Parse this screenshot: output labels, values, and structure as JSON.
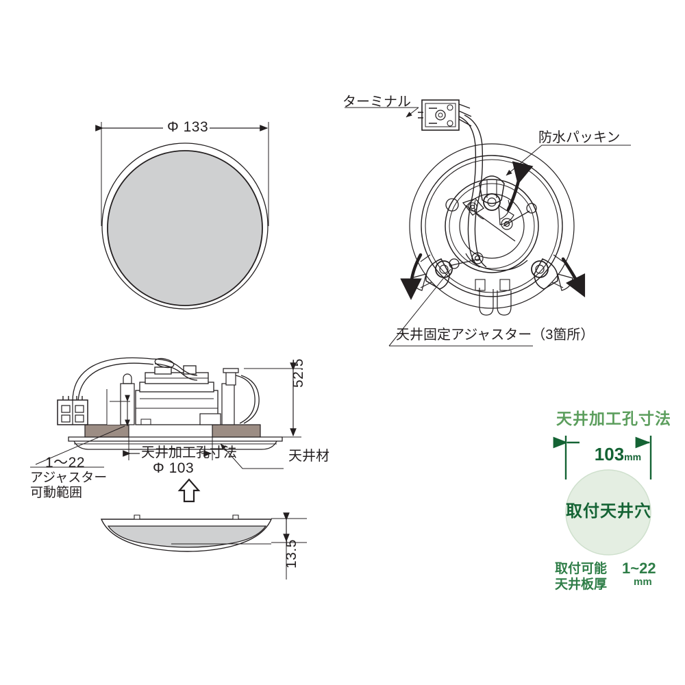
{
  "document": {
    "type": "technical-drawing",
    "subject": "recessed-ceiling-downlight-dimensions",
    "language": "ja"
  },
  "views": {
    "front": {
      "name": "front-view",
      "dimension_label": "Φ 133",
      "fill_color": "#cfd0d1",
      "outline_color": "#231f20"
    },
    "rear": {
      "name": "rear-view",
      "callouts": [
        {
          "id": "terminal",
          "label": "ターミナル"
        },
        {
          "id": "waterproof-packing",
          "label": "防水パッキン"
        },
        {
          "id": "ceiling-fixing-adjuster",
          "label": "天井固定アジャスター（3箇所）"
        }
      ]
    },
    "section": {
      "name": "side-section-view",
      "height_dimension": "52.5",
      "hole_dimension_label": "天井加工孔寸法",
      "hole_dimension_value": "Φ 103",
      "ceiling_material_label": "天井材",
      "adjuster_range_value": "1〜22",
      "adjuster_range_label_line1": "アジャスター",
      "adjuster_range_label_line2": "可動範囲",
      "ceiling_material_color": "#9c8d84"
    },
    "profile": {
      "name": "profile-view",
      "thickness_dimension": "13.5",
      "direction_arrow": "up"
    }
  },
  "green_panel": {
    "title": "天井加工孔寸法",
    "hole_width_value": "103",
    "hole_width_unit": "mm",
    "hole_caption": "取付天井穴",
    "thickness_label_line1": "取付可能",
    "thickness_label_line2": "天井板厚",
    "thickness_value": "1~22",
    "thickness_unit": "mm",
    "colors": {
      "title": "#5c9e5d",
      "text": "#146334",
      "circle_fill": "#e4eee2",
      "circle_stroke": "#cfe0cd"
    }
  }
}
